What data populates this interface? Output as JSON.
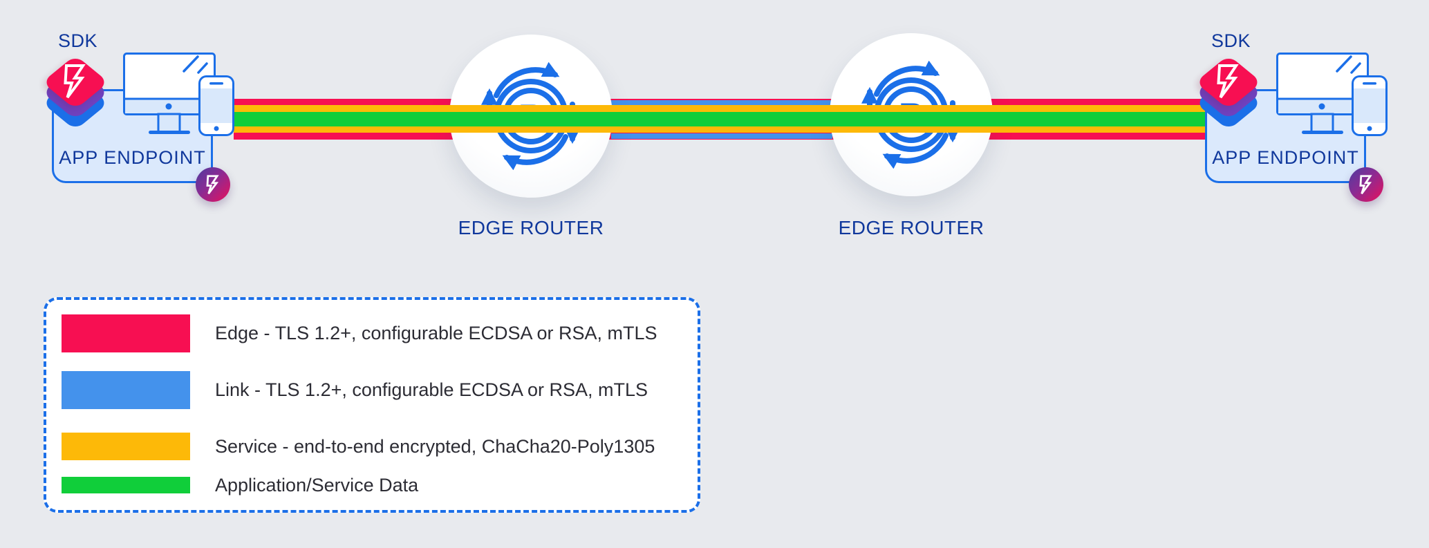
{
  "diagram": {
    "background": "#e8eaee",
    "colors": {
      "edge_red": "#f70f52",
      "link_blue": "#4492ec",
      "service_yellow": "#fdb908",
      "data_green": "#10ce3a",
      "outline_blue": "#1b6fe8",
      "navy_text": "#10389c",
      "box_fill": "#dbe9fc",
      "sdk_purple": "#6f41bd",
      "badge_gradient_start": "#4d3da0",
      "badge_gradient_end": "#e8105c"
    },
    "endpoints": [
      {
        "sdk_label": "SDK",
        "label": "APP ENDPOINT"
      },
      {
        "sdk_label": "SDK",
        "label": "APP ENDPOINT"
      }
    ],
    "routers": [
      {
        "label": "EDGE ROUTER",
        "letter": "R"
      },
      {
        "label": "EDGE ROUTER",
        "letter": "R"
      }
    ]
  },
  "legend": {
    "items": [
      {
        "key": "edge",
        "color": "#f70f52",
        "label": "Edge - TLS 1.2+, configurable ECDSA or RSA, mTLS"
      },
      {
        "key": "link",
        "color": "#4492ec",
        "label": "Link - TLS 1.2+, configurable ECDSA or RSA, mTLS"
      },
      {
        "key": "service",
        "color": "#fdb908",
        "label": "Service - end-to-end encrypted, ChaCha20-Poly1305"
      },
      {
        "key": "data",
        "color": "#10ce3a",
        "label": "Application/Service Data"
      }
    ]
  }
}
